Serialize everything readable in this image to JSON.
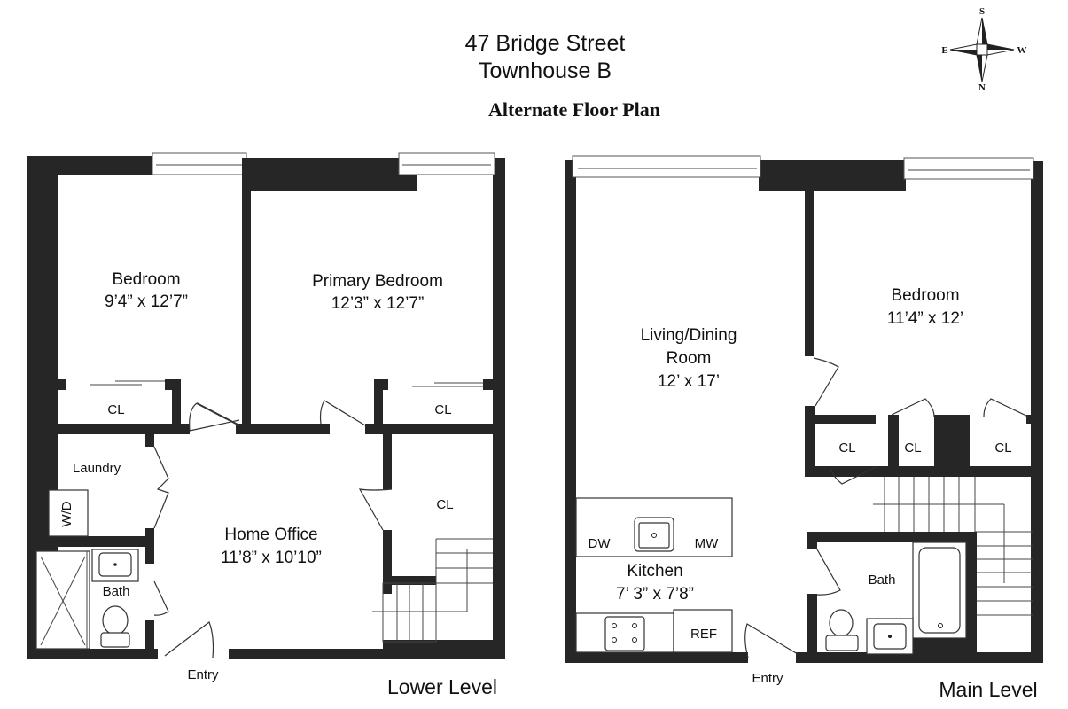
{
  "header": {
    "address": "47 Bridge Street",
    "unit": "Townhouse B",
    "subtitle": "Alternate Floor Plan"
  },
  "compass": {
    "top": "S",
    "bottom": "N",
    "left": "E",
    "right": "W"
  },
  "lower_level": {
    "label": "Lower Level",
    "entry": "Entry",
    "rooms": {
      "bedroom": {
        "name": "Bedroom",
        "size": "9’4” x 12’7”"
      },
      "primary_bedroom": {
        "name": "Primary Bedroom",
        "size": "12’3” x 12’7”"
      },
      "home_office": {
        "name": "Home Office",
        "size": "11’8” x 10’10”"
      },
      "laundry": {
        "name": "Laundry"
      },
      "bath": {
        "name": "Bath"
      },
      "closet_bedroom": {
        "name": "CL"
      },
      "closet_primary": {
        "name": "CL"
      },
      "closet_stair": {
        "name": "CL"
      }
    },
    "fixtures": {
      "washer_dryer": "W/D"
    }
  },
  "main_level": {
    "label": "Main Level",
    "entry": "Entry",
    "rooms": {
      "living_dining": {
        "name_line1": "Living/Dining",
        "name_line2": "Room",
        "size": "12’ x 17’"
      },
      "bedroom": {
        "name": "Bedroom",
        "size": "11’4” x 12’"
      },
      "kitchen": {
        "name": "Kitchen",
        "size": "7’ 3” x 7’8”"
      },
      "bath": {
        "name": "Bath"
      },
      "closet_1": {
        "name": "CL"
      },
      "closet_2": {
        "name": "CL"
      },
      "closet_3": {
        "name": "CL"
      }
    },
    "fixtures": {
      "dishwasher": "DW",
      "microwave": "MW",
      "refrigerator": "REF"
    }
  }
}
